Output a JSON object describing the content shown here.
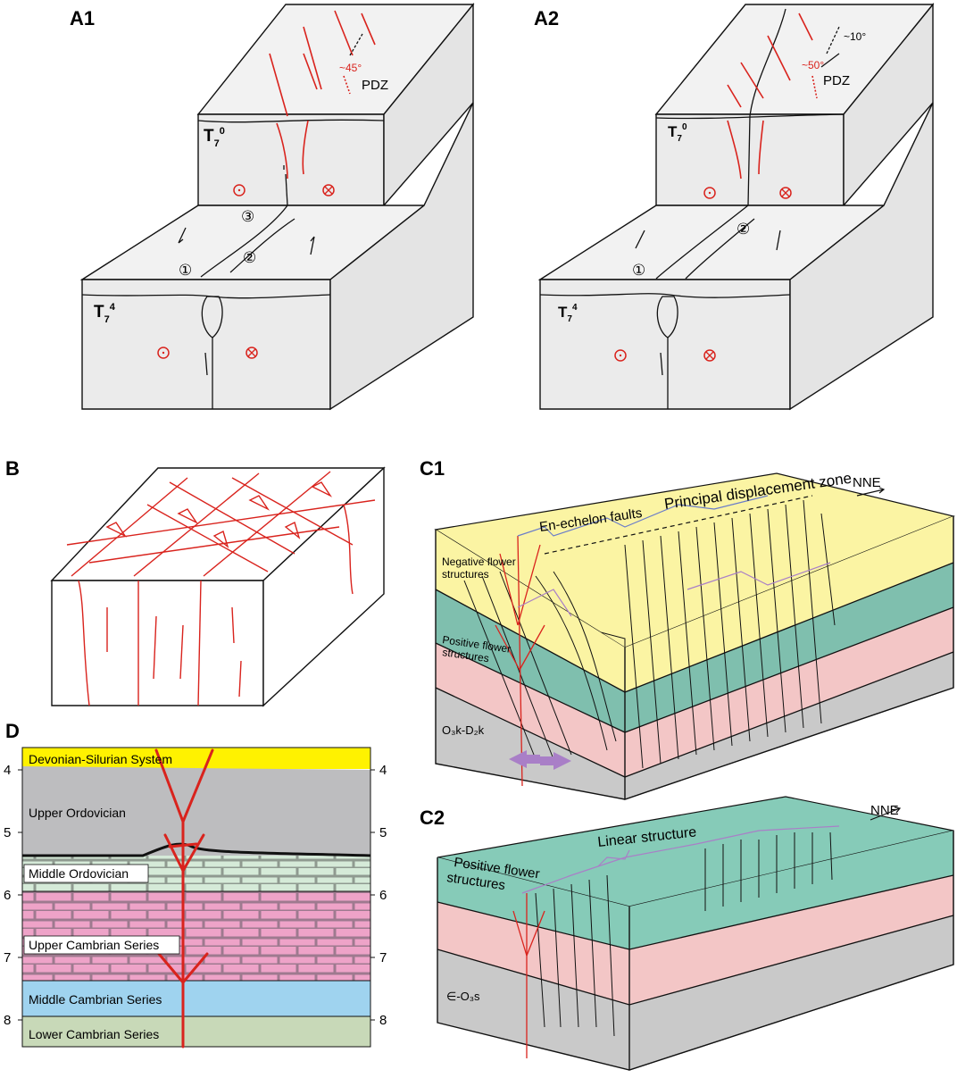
{
  "panels": {
    "a1": {
      "label": "A1",
      "pdz": "PDZ",
      "angle": "~45°",
      "horizon_upper": "T",
      "horizon_upper_sub": "7",
      "horizon_upper_sup": "0",
      "horizon_lower": "T",
      "horizon_lower_sub": "7",
      "horizon_lower_sup": "4",
      "marker_1": "①",
      "marker_2": "②",
      "marker_3": "③"
    },
    "a2": {
      "label": "A2",
      "pdz": "PDZ",
      "angle": "~50°",
      "angle_small": "~10°",
      "horizon_upper": "T",
      "horizon_upper_sub": "7",
      "horizon_upper_sup": "0",
      "horizon_lower": "T",
      "horizon_lower_sub": "7",
      "horizon_lower_sup": "4",
      "marker_1": "①",
      "marker_2": "②"
    },
    "b": {
      "label": "B"
    },
    "c1": {
      "label": "C1",
      "direction": "NNE",
      "pdz": "Principal displacement zone",
      "en_echelon": "En-echelon faults",
      "negative_1": "Negative flower",
      "negative_2": "structures",
      "positive_1": "Positive flower",
      "positive_2": "structures",
      "formation": "O₃k-D₂k"
    },
    "c2": {
      "label": "C2",
      "direction": "NNE",
      "linear": "Linear structure",
      "positive_1": "Positive flower",
      "positive_2": "structures",
      "formation": "∈-O₃s"
    },
    "d": {
      "label": "D",
      "layers": [
        "Devonian-Silurian System",
        "Upper Ordovician",
        "Middle Ordovician",
        "Upper Cambrian Series",
        "Middle Cambrian Series",
        "Lower Cambrian Series"
      ],
      "depth_ticks": [
        "4",
        "5",
        "6",
        "7",
        "8"
      ]
    }
  },
  "colors": {
    "fault_red": "#d9231d",
    "block_grey": "#efefef",
    "yellow": "#fbf4a3",
    "teal": "#7fbfae",
    "pink": "#f3c6c6",
    "grey": "#c9c9c9",
    "c2_teal": "#86cbb8",
    "d_yellow": "#fff200",
    "d_grey": "#bdbdbf",
    "d_mint": "#d5ead8",
    "d_pink": "#eea3c8",
    "d_blue": "#9fd3ef",
    "d_green": "#c8d9b8",
    "purple": "#a97fc7"
  }
}
